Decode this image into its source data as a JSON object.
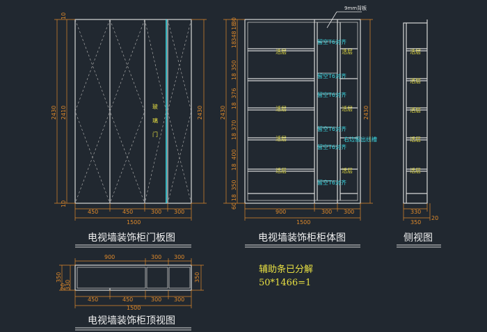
{
  "titles": {
    "door_panel": "电视墙装饰柜门板图",
    "cabinet_body": "电视墙装饰柜柜体图",
    "side_view": "侧视图",
    "top_view": "电视墙装饰柜顶视图"
  },
  "notes": {
    "line1": "辅助条已分解",
    "line2": "50*1466=1"
  },
  "door": {
    "glass_chars": [
      "玻",
      "璃",
      "门"
    ],
    "height_outer": "2430",
    "height_inner": "2410",
    "height_right": "2430",
    "top_gap": "10",
    "bottom_gap": "10",
    "widths": [
      "450",
      "450",
      "300",
      "300"
    ],
    "total": "1500"
  },
  "body": {
    "back_panel": "9mm背板",
    "shelf": "活层",
    "cutout": "留空T6对齐",
    "wire_slot": "右边留出线槽",
    "height_outer": "2430",
    "height_right": "2430",
    "vertical_dims": [
      "30",
      "18",
      "348",
      "18",
      "350",
      "18",
      "376",
      "18",
      "370",
      "18",
      "400",
      "18",
      "350",
      "18",
      "60"
    ],
    "widths": [
      "900",
      "300",
      "300"
    ],
    "total": "1500"
  },
  "side": {
    "shelf": "活层",
    "depth_inner": "330",
    "depth_outer": "350",
    "thickness": "20"
  },
  "top": {
    "top_widths": [
      "900",
      "300",
      "300"
    ],
    "left_dims": [
      "350",
      "20",
      "330"
    ],
    "right_dim": "350",
    "widths": [
      "450",
      "450",
      "300",
      "300"
    ],
    "total": "1500"
  }
}
